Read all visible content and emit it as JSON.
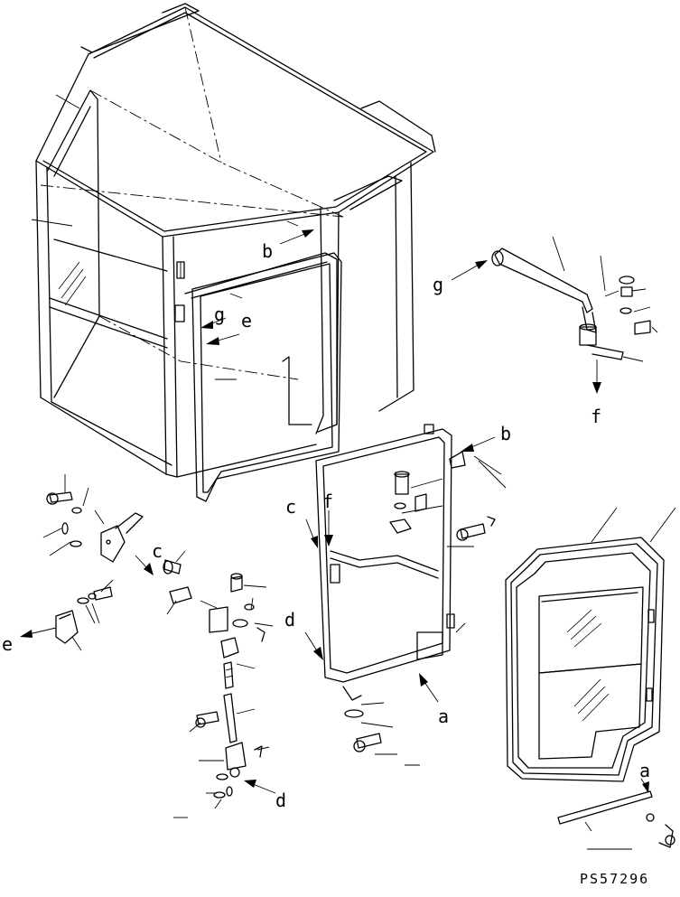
{
  "drawing": {
    "code": "PS57296"
  },
  "callouts": {
    "a1": "a",
    "a2": "a",
    "b1": "b",
    "b2": "b",
    "c1": "c",
    "c2": "c",
    "d1": "d",
    "d2": "d",
    "e1": "e",
    "e2": "e",
    "f1": "f",
    "f2": "f",
    "g1": "g",
    "g2": "g"
  }
}
